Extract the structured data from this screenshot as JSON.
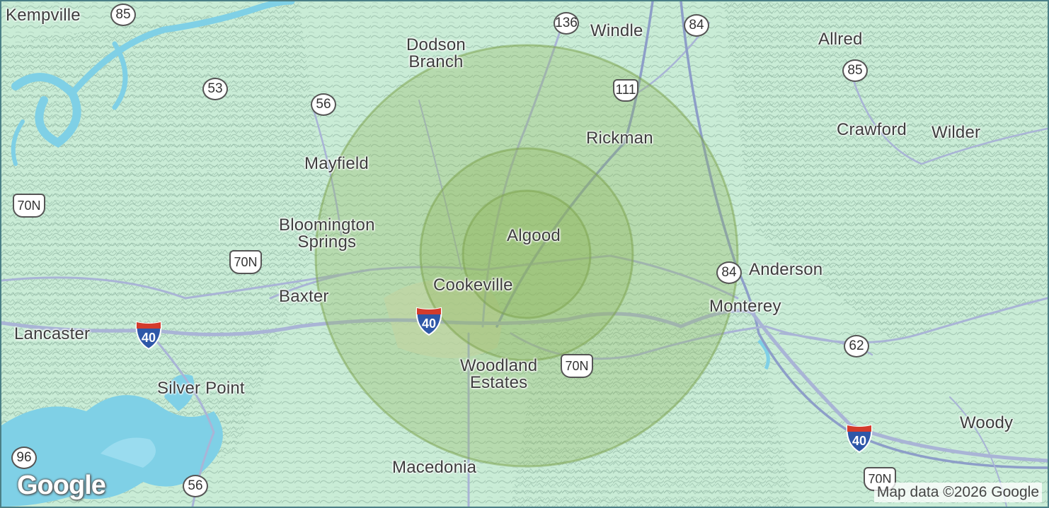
{
  "map": {
    "colors": {
      "land": "#c9ecd6",
      "terrain": "#9cc3ae",
      "water": "#7fd0e6",
      "road_primary": "#8d9ec8",
      "road_secondary": "#a9b4d6",
      "interstate": "#3a5da8",
      "ring_fill": "#8fb55a",
      "ring_stroke": "#7aa04a",
      "frame_border": "#4b7f86"
    },
    "place_labels": [
      {
        "id": "kempville",
        "text": "Kempville"
      },
      {
        "id": "windle",
        "text": "Windle"
      },
      {
        "id": "dodson-branch",
        "text": "Dodson\nBranch"
      },
      {
        "id": "allred",
        "text": "Allred"
      },
      {
        "id": "rickman",
        "text": "Rickman"
      },
      {
        "id": "crawford",
        "text": "Crawford"
      },
      {
        "id": "wilder",
        "text": "Wilder"
      },
      {
        "id": "mayfield",
        "text": "Mayfield"
      },
      {
        "id": "bloomington-springs",
        "text": "Bloomington\nSprings"
      },
      {
        "id": "algood",
        "text": "Algood"
      },
      {
        "id": "cookeville",
        "text": "Cookeville"
      },
      {
        "id": "anderson",
        "text": "Anderson"
      },
      {
        "id": "baxter",
        "text": "Baxter"
      },
      {
        "id": "monterey",
        "text": "Monterey"
      },
      {
        "id": "lancaster",
        "text": "Lancaster"
      },
      {
        "id": "woodland-estates",
        "text": "Woodland\nEstates"
      },
      {
        "id": "silver-point",
        "text": "Silver Point"
      },
      {
        "id": "woody",
        "text": "Woody"
      },
      {
        "id": "macedonia",
        "text": "Macedonia"
      }
    ],
    "state_routes": [
      "85",
      "136",
      "84",
      "53",
      "56",
      "111",
      "85",
      "84",
      "62",
      "96",
      "56"
    ],
    "us_routes": [
      "70N",
      "70N",
      "70N",
      "70N"
    ],
    "interstates": [
      "40",
      "40",
      "40"
    ],
    "radius_rings": {
      "count": 3
    },
    "logo_text": "Google",
    "attribution": "Map data ©2026 Google"
  }
}
